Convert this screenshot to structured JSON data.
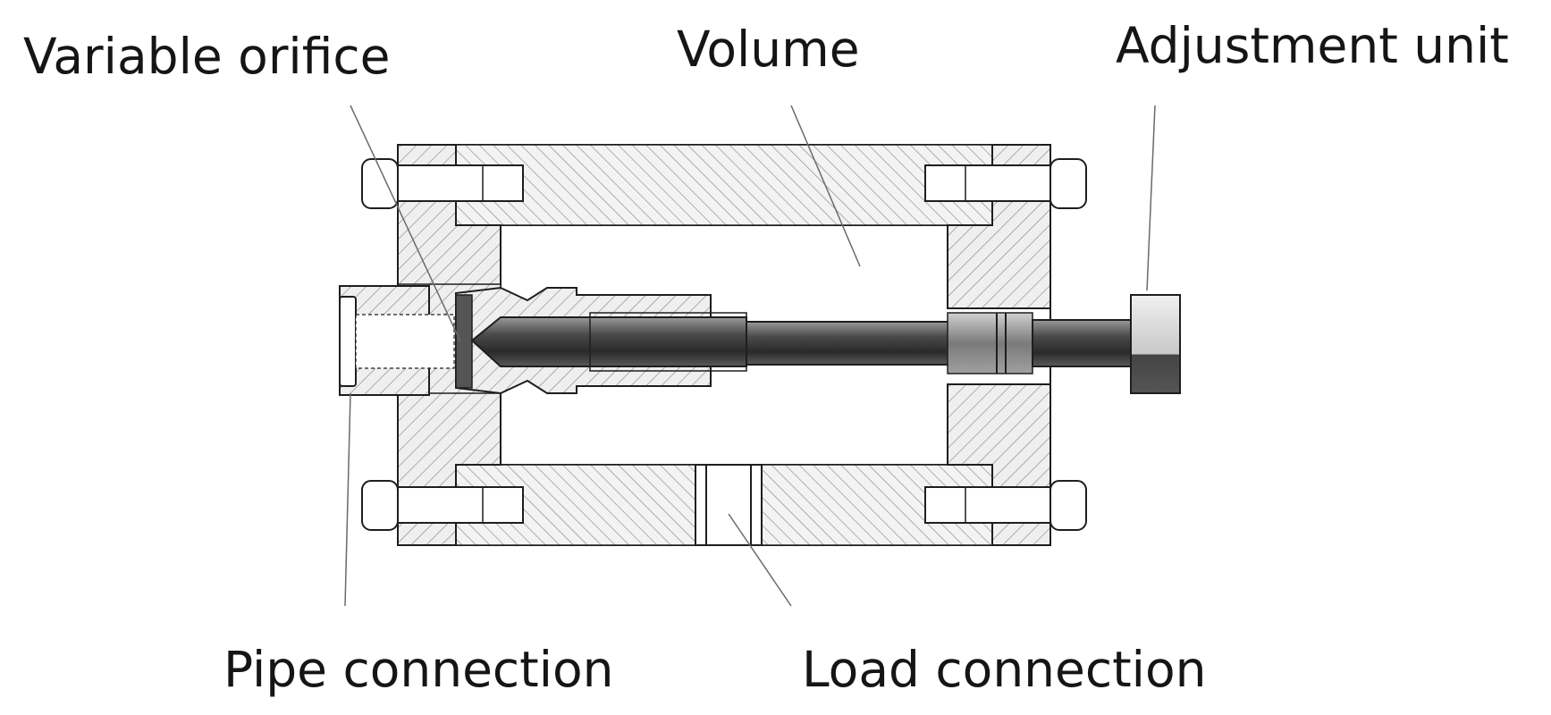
{
  "labels": {
    "variable_orifice": "Variable orifice",
    "volume": "Volume",
    "adjustment_unit": "Adjustment unit",
    "pipe_connection": "Pipe connection",
    "load_connection": "Load connection"
  },
  "colors": {
    "line": "#1e1e1e",
    "hatch": "#8a8a8a",
    "rod_dark": "#3a3a3a",
    "rod_light": "#b8b8b8"
  }
}
